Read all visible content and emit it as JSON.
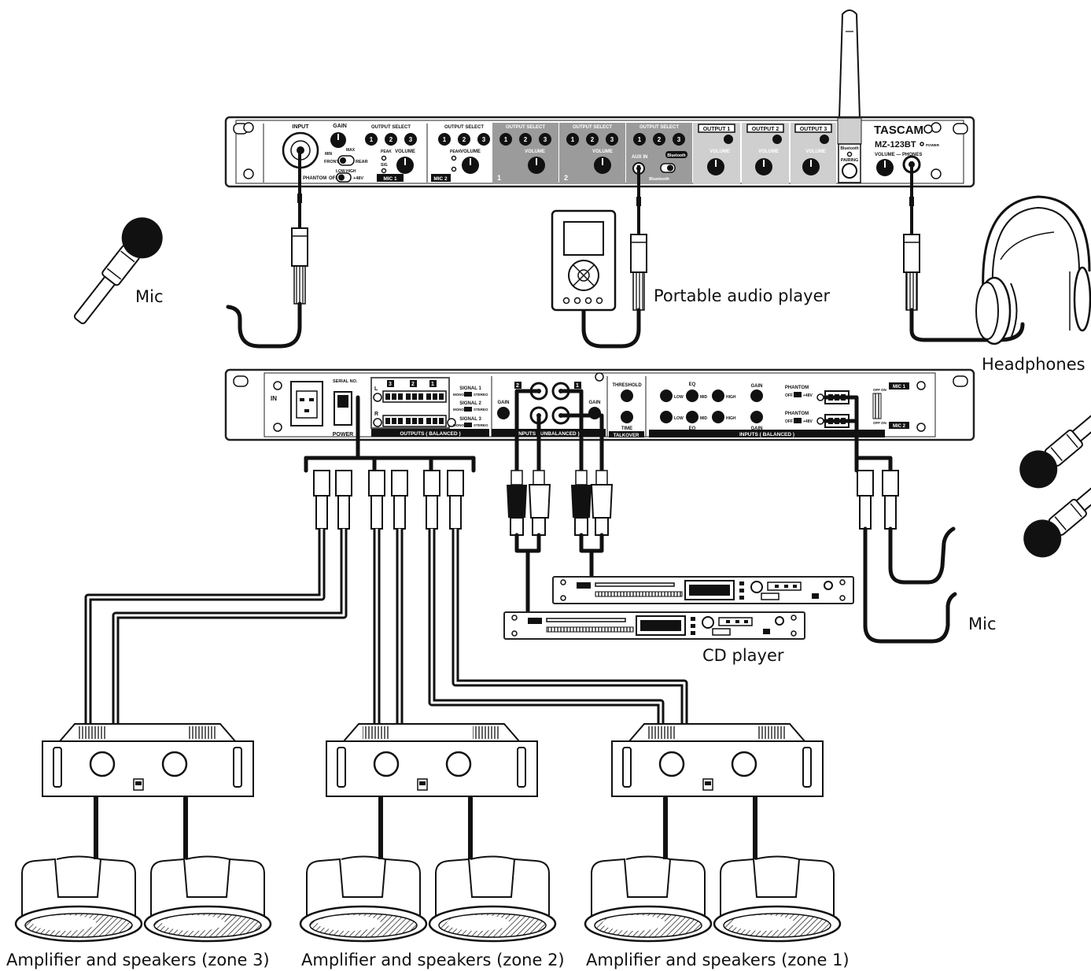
{
  "labels": {
    "mic_top": "Mic",
    "portable_player": "Portable audio player",
    "headphones": "Headphones",
    "mic_bottom": "Mic",
    "cd_player": "CD player",
    "zone3": "Amplifier and speakers (zone 3)",
    "zone2": "Amplifier and speakers (zone 2)",
    "zone1": "Amplifier and speakers (zone 1)"
  },
  "front_panel": {
    "brand": "TASCAM",
    "model": "MZ-123BT",
    "power": "POWER",
    "input": "INPUT",
    "gain": "GAIN",
    "min": "MIN",
    "max": "MAX",
    "front": "FRONT",
    "rear": "REAR",
    "low": "LOW",
    "high": "HIGH",
    "phantom": "PHANTOM",
    "off": "OFF",
    "plus48": "+48V",
    "output_select": "OUTPUT SELECT",
    "peak": "PEAK",
    "sig": "SIG",
    "volume": "VOLUME",
    "mic1": "MIC 1",
    "mic2": "MIC 2",
    "ch1": "1",
    "ch2": "2",
    "ch3": "3",
    "aux_in": "AUX IN",
    "bluetooth": "Bluetooth",
    "output1": "OUTPUT 1",
    "output2": "OUTPUT 2",
    "output3": "OUTPUT 3",
    "pairing": "PAIRING",
    "volume_phones": "VOLUME — PHONES"
  },
  "rear_panel": {
    "in": "IN",
    "serial": "SERIAL NO.",
    "power": "POWER",
    "L": "L",
    "R": "R",
    "outputs_balanced": "OUTPUTS ( BALANCED )",
    "signal1": "SIGNAL 1",
    "signal2": "SIGNAL 2",
    "signal3": "SIGNAL 3",
    "mono": "MONO",
    "stereo": "STEREO",
    "inputs_unbalanced": "INPUTS ( UNBALANCED )",
    "gain": "GAIN",
    "threshold": "THRESHOLD",
    "time": "TIME",
    "talkover": "TALKOVER",
    "eq": "EQ",
    "low": "LOW",
    "mid": "MID",
    "high": "HIGH",
    "phantom": "PHANTOM",
    "off": "OFF",
    "plus48": "+48V",
    "inputs_balanced": "INPUTS ( BALANCED )",
    "mic1": "MIC 1",
    "mic2": "MIC 2",
    "on": "ON",
    "n1": "1",
    "n2": "2",
    "n3": "3"
  }
}
